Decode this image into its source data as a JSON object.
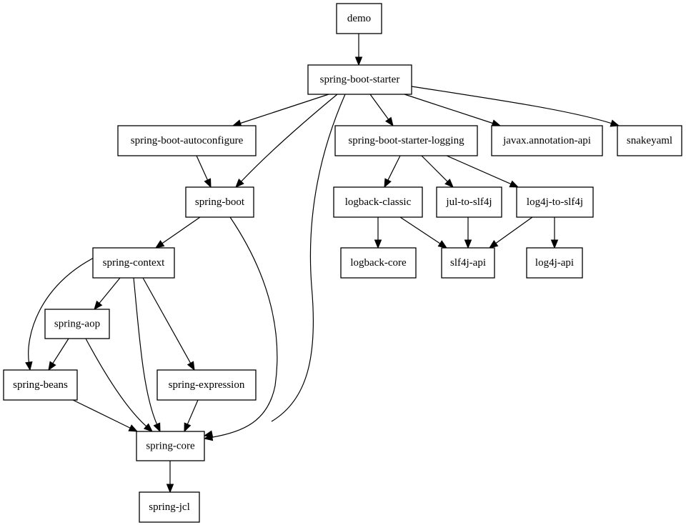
{
  "graph": {
    "nodes": [
      {
        "id": "demo",
        "label": "demo"
      },
      {
        "id": "spring-boot-starter",
        "label": "spring-boot-starter"
      },
      {
        "id": "spring-boot-autoconfigure",
        "label": "spring-boot-autoconfigure"
      },
      {
        "id": "spring-boot-starter-logging",
        "label": "spring-boot-starter-logging"
      },
      {
        "id": "javax-annotation-api",
        "label": "javax.annotation-api"
      },
      {
        "id": "snakeyaml",
        "label": "snakeyaml"
      },
      {
        "id": "spring-boot",
        "label": "spring-boot"
      },
      {
        "id": "logback-classic",
        "label": "logback-classic"
      },
      {
        "id": "jul-to-slf4j",
        "label": "jul-to-slf4j"
      },
      {
        "id": "log4j-to-slf4j",
        "label": "log4j-to-slf4j"
      },
      {
        "id": "spring-context",
        "label": "spring-context"
      },
      {
        "id": "logback-core",
        "label": "logback-core"
      },
      {
        "id": "slf4j-api",
        "label": "slf4j-api"
      },
      {
        "id": "log4j-api",
        "label": "log4j-api"
      },
      {
        "id": "spring-aop",
        "label": "spring-aop"
      },
      {
        "id": "spring-beans",
        "label": "spring-beans"
      },
      {
        "id": "spring-expression",
        "label": "spring-expression"
      },
      {
        "id": "spring-core",
        "label": "spring-core"
      },
      {
        "id": "spring-jcl",
        "label": "spring-jcl"
      }
    ],
    "edges": [
      {
        "from": "demo",
        "to": "spring-boot-starter"
      },
      {
        "from": "spring-boot-starter",
        "to": "spring-boot-autoconfigure"
      },
      {
        "from": "spring-boot-starter",
        "to": "spring-boot"
      },
      {
        "from": "spring-boot-starter",
        "to": "spring-core"
      },
      {
        "from": "spring-boot-starter",
        "to": "spring-boot-starter-logging"
      },
      {
        "from": "spring-boot-starter",
        "to": "javax-annotation-api"
      },
      {
        "from": "spring-boot-starter",
        "to": "snakeyaml"
      },
      {
        "from": "spring-boot-autoconfigure",
        "to": "spring-boot"
      },
      {
        "from": "spring-boot",
        "to": "spring-context"
      },
      {
        "from": "spring-boot",
        "to": "spring-core"
      },
      {
        "from": "spring-boot-starter-logging",
        "to": "logback-classic"
      },
      {
        "from": "spring-boot-starter-logging",
        "to": "jul-to-slf4j"
      },
      {
        "from": "spring-boot-starter-logging",
        "to": "log4j-to-slf4j"
      },
      {
        "from": "logback-classic",
        "to": "logback-core"
      },
      {
        "from": "logback-classic",
        "to": "slf4j-api"
      },
      {
        "from": "jul-to-slf4j",
        "to": "slf4j-api"
      },
      {
        "from": "log4j-to-slf4j",
        "to": "slf4j-api"
      },
      {
        "from": "log4j-to-slf4j",
        "to": "log4j-api"
      },
      {
        "from": "spring-context",
        "to": "spring-aop"
      },
      {
        "from": "spring-context",
        "to": "spring-beans"
      },
      {
        "from": "spring-context",
        "to": "spring-core"
      },
      {
        "from": "spring-context",
        "to": "spring-expression"
      },
      {
        "from": "spring-aop",
        "to": "spring-beans"
      },
      {
        "from": "spring-aop",
        "to": "spring-core"
      },
      {
        "from": "spring-beans",
        "to": "spring-core"
      },
      {
        "from": "spring-expression",
        "to": "spring-core"
      },
      {
        "from": "spring-core",
        "to": "spring-jcl"
      }
    ]
  }
}
